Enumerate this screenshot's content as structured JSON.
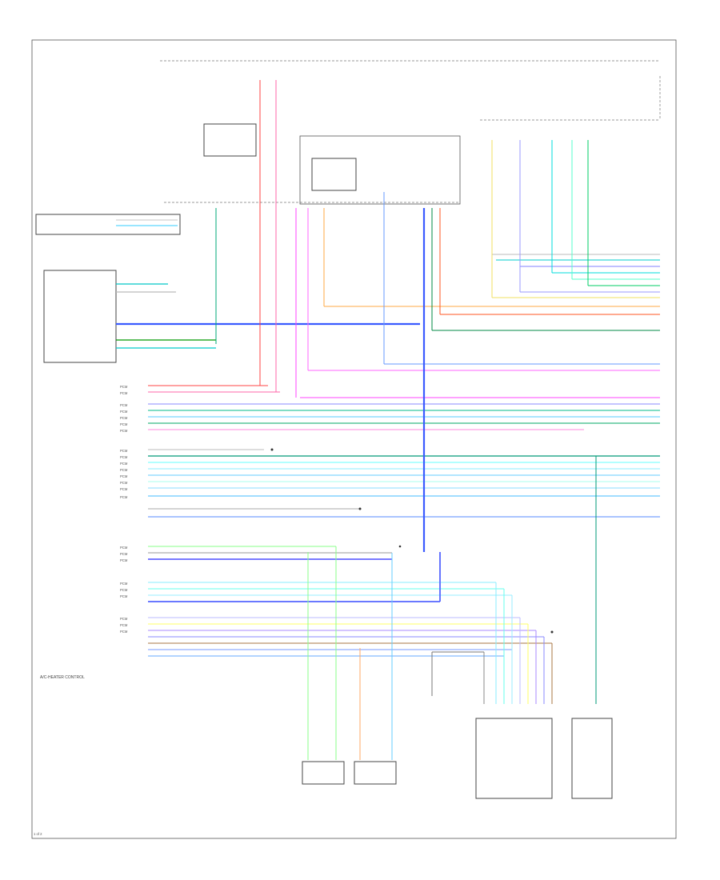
{
  "diagram": {
    "left_labels_top": [
      "PCM",
      "PCM",
      "PCM",
      "PCM",
      "PCM",
      "PCM",
      "PCM",
      "PCM",
      "PCM",
      "PCM",
      "PCM",
      "PCM",
      "PCM",
      "PCM",
      "PCM"
    ],
    "left_labels_mid": [
      "PCM",
      "PCM",
      "PCM",
      "PCM",
      "PCM",
      "PCM",
      "PCM",
      "PCM",
      "PCM"
    ],
    "footer_left": "A/C-HEATER CONTROL",
    "corner_tag": "1 of 2"
  }
}
